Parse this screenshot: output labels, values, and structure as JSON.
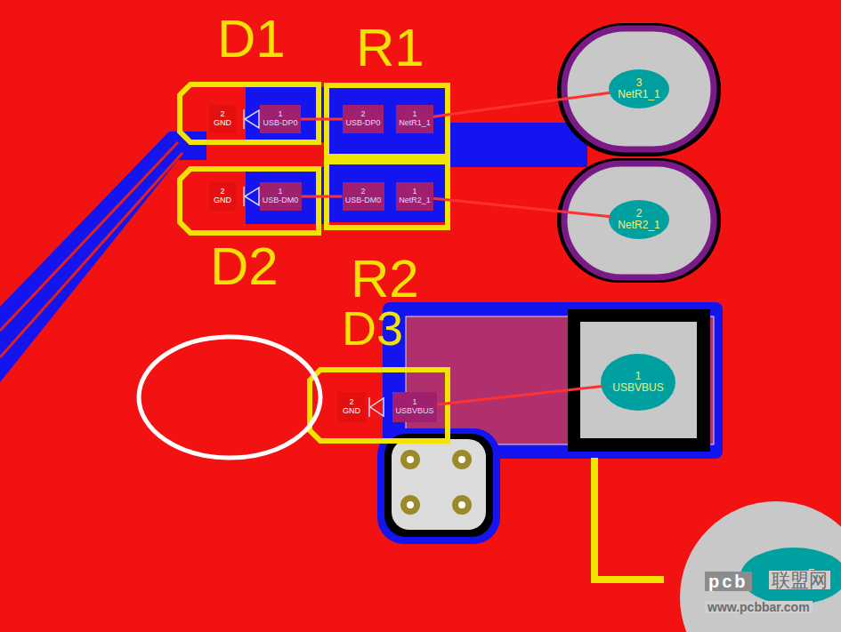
{
  "diagram": {
    "nodes": [
      {
        "text": [
          "2",
          "GND"
        ]
      },
      {
        "text": [
          "1",
          "USB-DP0"
        ]
      },
      {
        "text": [
          "2",
          "USB-DP0"
        ]
      },
      {
        "text": [
          "1",
          "NetR1_1"
        ]
      },
      {
        "text": [
          "3",
          "NetR1_1"
        ]
      },
      {
        "text": [
          "2",
          "GND"
        ]
      },
      {
        "text": [
          "1",
          "USB-DM0"
        ]
      },
      {
        "text": [
          "2",
          "USB-DM0"
        ]
      },
      {
        "text": [
          "1",
          "NetR2_1"
        ]
      },
      {
        "text": [
          "2",
          "NetR2_1"
        ]
      },
      {
        "text": [
          "2",
          "GND"
        ]
      },
      {
        "text": [
          "1",
          "USBVBUS"
        ]
      },
      {
        "text": [
          "1",
          "USBVBUS"
        ]
      },
      {
        "text": [
          "5"
        ]
      }
    ],
    "edges": [
      {
        "from": 1,
        "to": 2,
        "arrow": "none"
      },
      {
        "from": 6,
        "to": 7,
        "arrow": "none"
      },
      {
        "from": 3,
        "to": 4,
        "arrow": "none"
      },
      {
        "from": 8,
        "to": 9,
        "arrow": "none"
      },
      {
        "from": 11,
        "to": 12,
        "arrow": "none"
      }
    ],
    "labels": [
      "D1",
      "R1",
      "D2",
      "R2",
      "D3",
      "pcb",
      "联盟网",
      "www.pcbbar.com"
    ]
  }
}
